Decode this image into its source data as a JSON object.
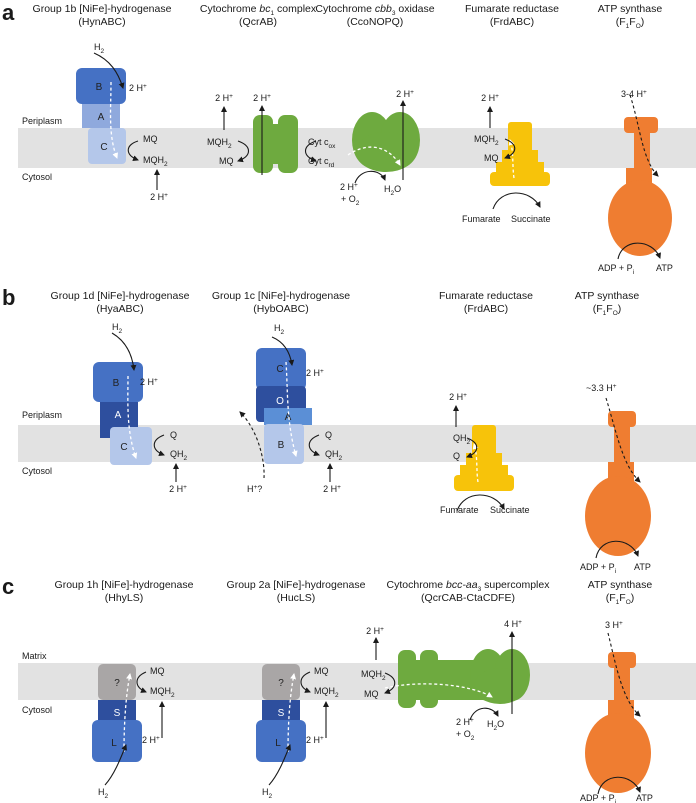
{
  "panels": {
    "a": {
      "letter": "a",
      "outer_label": "Periplasm",
      "inner_label": "Cytosol",
      "titles": [
        {
          "line1": "Group 1b [NiFe]-hydrogenase",
          "line2": "(HynABC)"
        },
        {
          "line1_pre": "Cytochrome ",
          "line1_it": "bc",
          "line1_sub": "1",
          "line1_post": " complex",
          "line2": "(QcrAB)"
        },
        {
          "line1_pre": "Cytochrome ",
          "line1_it": "cbb",
          "line1_sub": "3",
          "line1_post": " oxidase",
          "line2": "(CcoNOPQ)"
        },
        {
          "line1": "Fumarate reductase",
          "line2": "(FrdABC)"
        },
        {
          "line1": "ATP synthase",
          "line2_pre": "(F",
          "line2_sub1": "1",
          "line2_mid": "F",
          "line2_sub2": "O",
          "line2_post": ")"
        }
      ],
      "hyd": {
        "top": "B",
        "mid": "A",
        "bot": "C"
      },
      "labels": {
        "h2": "H",
        "two_h": "2 H",
        "mq": "MQ",
        "mqh2": "MQH",
        "cyt_ox": "Cyt c",
        "ox": "ox",
        "cyt_rd": "Cyt c",
        "rd": "rd",
        "h2o": "H",
        "h2o_o": "O",
        "o2": "+ O",
        "fumarate": "Fumarate",
        "succinate": "Succinate",
        "h_atp": "3-4 H",
        "adp": "ADP + P",
        "pi_sub": "i",
        "atp": "ATP"
      }
    },
    "b": {
      "letter": "b",
      "outer_label": "Periplasm",
      "inner_label": "Cytosol",
      "titles": [
        {
          "line1": "Group 1d [NiFe]-hydrogenase",
          "line2": "(HyaABC)"
        },
        {
          "line1": "Group 1c [NiFe]-hydrogenase",
          "line2": "(HybOABC)"
        },
        {
          "line1": "Fumarate reductase",
          "line2": "(FrdABC)"
        },
        {
          "line1": "ATP synthase",
          "line2_pre": "(F",
          "line2_sub1": "1",
          "line2_mid": "F",
          "line2_sub2": "O",
          "line2_post": ")"
        }
      ],
      "hya": {
        "top": "B",
        "mid": "A",
        "bot": "C"
      },
      "hyb": {
        "top": "C",
        "mid": "O",
        "a": "A",
        "bot": "B"
      },
      "labels": {
        "q": "Q",
        "qh2": "QH",
        "two_h": "2 H",
        "h_q": "H",
        "q_mark": "?",
        "h_atp": "~3.3 H",
        "fumarate": "Fumarate",
        "succinate": "Succinate",
        "adp": "ADP + P",
        "pi_sub": "i",
        "atp": "ATP"
      }
    },
    "c": {
      "letter": "c",
      "outer_label": "Matrix",
      "inner_label": "Cytosol",
      "titles": [
        {
          "line1": "Group 1h [NiFe]-hydrogenase",
          "line2": "(HhyLS)"
        },
        {
          "line1": "Group 2a [NiFe]-hydrogenase",
          "line2": "(HucLS)"
        },
        {
          "line1_pre": "Cytochrome ",
          "line1_it": "bcc-aa",
          "line1_sub": "3",
          "line1_post": " supercomplex",
          "line2": "(QcrCAB-CtaCDFE)"
        },
        {
          "line1": "ATP synthase",
          "line2_pre": "(F",
          "line2_sub1": "1",
          "line2_mid": "F",
          "line2_sub2": "O",
          "line2_post": ")"
        }
      ],
      "hhy": {
        "top": "?",
        "mid": "S",
        "bot": "L"
      },
      "huc": {
        "top": "?",
        "mid": "S",
        "bot": "L"
      },
      "labels": {
        "mq": "MQ",
        "mqh2": "MQH",
        "two_h": "2 H",
        "four_h": "4 H",
        "h2": "H",
        "h2o": "H",
        "h2o_o": "O",
        "o2": "+ O",
        "h_atp": "3 H",
        "adp": "ADP + P",
        "pi_sub": "i",
        "atp": "ATP"
      }
    }
  },
  "common": {
    "plus": "+",
    "sub2": "2"
  },
  "colors": {
    "membrane": "#e2e2e2",
    "blue_dark": "#2e4f9e",
    "blue": "#4571c4",
    "blue_light": "#8fa9dd",
    "blue_pale": "#b4c7ea",
    "blue_mid": "#5b8fd6",
    "green": "#6eaa3f",
    "yellow": "#f7c30a",
    "orange": "#ef7d31",
    "grey": "#a9a6a6"
  }
}
